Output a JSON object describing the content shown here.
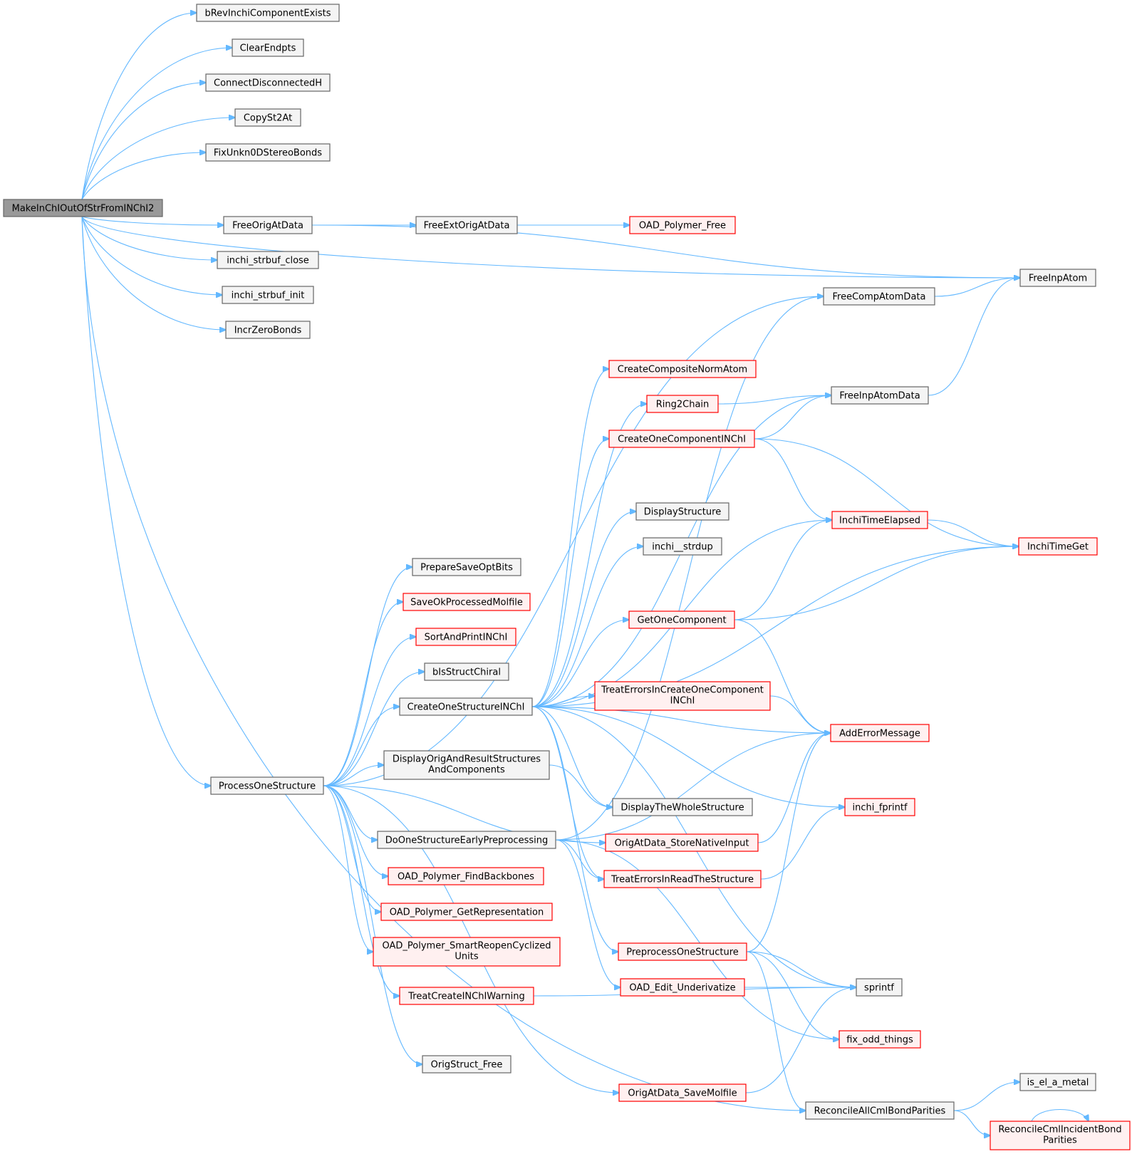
{
  "title": "",
  "colors": {
    "edge": "#63b8ff",
    "node_border": "#666666",
    "node_fill": "#f4f4f4",
    "truncated_border": "#ff0000",
    "truncated_fill": "#fff0f0",
    "root_fill": "#999999"
  },
  "nodes": {
    "root": {
      "label": "MakeInChIOutOfStrFromINChI2",
      "kind": "root"
    },
    "bRev": {
      "label": "bRevInchiComponentExists",
      "kind": "normal"
    },
    "ClearEndpts": {
      "label": "ClearEndpts",
      "kind": "normal"
    },
    "ConnectDis": {
      "label": "ConnectDisconnectedH",
      "kind": "normal"
    },
    "CopySt2At": {
      "label": "CopySt2At",
      "kind": "normal"
    },
    "FixUnkn": {
      "label": "FixUnkn0DStereoBonds",
      "kind": "normal"
    },
    "FreeOrigAtData": {
      "label": "FreeOrigAtData",
      "kind": "normal"
    },
    "strbufClose": {
      "label": "inchi_strbuf_close",
      "kind": "normal"
    },
    "strbufInit": {
      "label": "inchi_strbuf_init",
      "kind": "normal"
    },
    "IncrZero": {
      "label": "IncrZeroBonds",
      "kind": "normal"
    },
    "ProcessOne": {
      "label": "ProcessOneStructure",
      "kind": "normal"
    },
    "FreeExtOrig": {
      "label": "FreeExtOrigAtData",
      "kind": "normal"
    },
    "OADFree": {
      "label": "OAD_Polymer_Free",
      "kind": "truncated"
    },
    "FreeInpAtom": {
      "label": "FreeInpAtom",
      "kind": "normal"
    },
    "FreeCompAtom": {
      "label": "FreeCompAtomData",
      "kind": "normal"
    },
    "CreateComposite": {
      "label": "CreateCompositeNormAtom",
      "kind": "truncated"
    },
    "Ring2Chain": {
      "label": "Ring2Chain",
      "kind": "truncated"
    },
    "FreeInpAtomData": {
      "label": "FreeInpAtomData",
      "kind": "normal"
    },
    "CreateOneComp": {
      "label": "CreateOneComponentINChI",
      "kind": "truncated"
    },
    "DisplayStructure": {
      "label": "DisplayStructure",
      "kind": "normal"
    },
    "TimeElapsed": {
      "label": "InchiTimeElapsed",
      "kind": "truncated"
    },
    "strdup": {
      "label": "inchi__strdup",
      "kind": "normal"
    },
    "TimeGet": {
      "label": "InchiTimeGet",
      "kind": "truncated"
    },
    "PrepareSave": {
      "label": "PrepareSaveOptBits",
      "kind": "normal"
    },
    "SaveOk": {
      "label": "SaveOkProcessedMolfile",
      "kind": "truncated"
    },
    "SortAndPrint": {
      "label": "SortAndPrintINChI",
      "kind": "truncated"
    },
    "GetOneComp": {
      "label": "GetOneComponent",
      "kind": "truncated"
    },
    "bIsStructChiral": {
      "label": "bIsStructChiral",
      "kind": "normal"
    },
    "TreatErrCreate": {
      "label": "TreatErrorsInCreateOneComponent\nINChI",
      "kind": "truncated"
    },
    "CreateOneStruct": {
      "label": "CreateOneStructureINChI",
      "kind": "normal"
    },
    "AddError": {
      "label": "AddErrorMessage",
      "kind": "truncated"
    },
    "DisplayOrig": {
      "label": "DisplayOrigAndResultStructures\nAndComponents",
      "kind": "normal"
    },
    "fprintf": {
      "label": "inchi_fprintf",
      "kind": "truncated"
    },
    "DisplayWhole": {
      "label": "DisplayTheWholeStructure",
      "kind": "normal"
    },
    "DoOneEarly": {
      "label": "DoOneStructureEarlyPreprocessing",
      "kind": "normal"
    },
    "StoreNative": {
      "label": "OrigAtData_StoreNativeInput",
      "kind": "truncated"
    },
    "FindBackbones": {
      "label": "OAD_Polymer_FindBackbones",
      "kind": "truncated"
    },
    "TreatErrRead": {
      "label": "TreatErrorsInReadTheStructure",
      "kind": "truncated"
    },
    "GetRepr": {
      "label": "OAD_Polymer_GetRepresentation",
      "kind": "truncated"
    },
    "SmartReopen": {
      "label": "OAD_Polymer_SmartReopenCyclized\nUnits",
      "kind": "truncated"
    },
    "PreprocessOne": {
      "label": "PreprocessOneStructure",
      "kind": "truncated"
    },
    "sprintf": {
      "label": "sprintf",
      "kind": "normal"
    },
    "TreatCreateWarn": {
      "label": "TreatCreateINChIWarning",
      "kind": "truncated"
    },
    "Underivatize": {
      "label": "OAD_Edit_Underivatize",
      "kind": "truncated"
    },
    "fixOdd": {
      "label": "fix_odd_things",
      "kind": "truncated"
    },
    "OrigStructFree": {
      "label": "OrigStruct_Free",
      "kind": "normal"
    },
    "SaveMolfile": {
      "label": "OrigAtData_SaveMolfile",
      "kind": "truncated"
    },
    "isElMetal": {
      "label": "is_el_a_metal",
      "kind": "normal"
    },
    "ReconcileAll": {
      "label": "ReconcileAllCmlBondParities",
      "kind": "normal"
    },
    "ReconcileIncident": {
      "label": "ReconcileCmlIncidentBond\nParities",
      "kind": "truncated"
    }
  },
  "edges": [
    [
      "root",
      "bRev"
    ],
    [
      "root",
      "ClearEndpts"
    ],
    [
      "root",
      "ConnectDis"
    ],
    [
      "root",
      "CopySt2At"
    ],
    [
      "root",
      "FixUnkn"
    ],
    [
      "root",
      "FreeInpAtom"
    ],
    [
      "root",
      "FreeOrigAtData"
    ],
    [
      "root",
      "strbufClose"
    ],
    [
      "root",
      "strbufInit"
    ],
    [
      "root",
      "IncrZero"
    ],
    [
      "root",
      "ProcessOne"
    ],
    [
      "root",
      "ReconcileAll"
    ],
    [
      "FreeOrigAtData",
      "FreeExtOrig"
    ],
    [
      "FreeOrigAtData",
      "FreeInpAtom"
    ],
    [
      "FreeExtOrig",
      "OADFree"
    ],
    [
      "FreeCompAtom",
      "FreeInpAtom"
    ],
    [
      "FreeInpAtomData",
      "FreeInpAtom"
    ],
    [
      "ProcessOne",
      "FreeCompAtom"
    ],
    [
      "ProcessOne",
      "PrepareSave"
    ],
    [
      "ProcessOne",
      "SaveOk"
    ],
    [
      "ProcessOne",
      "SortAndPrint"
    ],
    [
      "ProcessOne",
      "bIsStructChiral"
    ],
    [
      "ProcessOne",
      "CreateOneStruct"
    ],
    [
      "ProcessOne",
      "DisplayOrig"
    ],
    [
      "ProcessOne",
      "StoreNative"
    ],
    [
      "ProcessOne",
      "DoOneEarly"
    ],
    [
      "ProcessOne",
      "FindBackbones"
    ],
    [
      "ProcessOne",
      "GetRepr"
    ],
    [
      "ProcessOne",
      "SmartReopen"
    ],
    [
      "ProcessOne",
      "TreatCreateWarn"
    ],
    [
      "ProcessOne",
      "OrigStructFree"
    ],
    [
      "ProcessOne",
      "SaveMolfile"
    ],
    [
      "CreateOneStruct",
      "CreateComposite"
    ],
    [
      "CreateOneStruct",
      "Ring2Chain"
    ],
    [
      "CreateOneStruct",
      "FreeInpAtomData"
    ],
    [
      "CreateOneStruct",
      "CreateOneComp"
    ],
    [
      "CreateOneStruct",
      "TimeElapsed"
    ],
    [
      "CreateOneStruct",
      "DisplayStructure"
    ],
    [
      "CreateOneStruct",
      "strdup"
    ],
    [
      "CreateOneStruct",
      "TimeGet"
    ],
    [
      "CreateOneStruct",
      "GetOneComp"
    ],
    [
      "CreateOneStruct",
      "TreatErrCreate"
    ],
    [
      "CreateOneStruct",
      "AddError"
    ],
    [
      "CreateOneStruct",
      "fprintf"
    ],
    [
      "CreateOneStruct",
      "DisplayWhole"
    ],
    [
      "CreateOneStruct",
      "TreatErrRead"
    ],
    [
      "CreateOneStruct",
      "PreprocessOne"
    ],
    [
      "CreateOneStruct",
      "sprintf"
    ],
    [
      "Ring2Chain",
      "FreeInpAtomData"
    ],
    [
      "CreateOneComp",
      "FreeInpAtomData"
    ],
    [
      "CreateOneComp",
      "TimeElapsed"
    ],
    [
      "CreateOneComp",
      "TimeGet"
    ],
    [
      "TimeElapsed",
      "TimeGet"
    ],
    [
      "GetOneComp",
      "TimeElapsed"
    ],
    [
      "GetOneComp",
      "TimeGet"
    ],
    [
      "GetOneComp",
      "AddError"
    ],
    [
      "TreatErrCreate",
      "AddError"
    ],
    [
      "DisplayOrig",
      "DisplayWhole"
    ],
    [
      "DoOneEarly",
      "FreeCompAtom"
    ],
    [
      "DoOneEarly",
      "TreatErrRead"
    ],
    [
      "DoOneEarly",
      "AddError"
    ],
    [
      "DoOneEarly",
      "Underivatize"
    ],
    [
      "DoOneEarly",
      "fixOdd"
    ],
    [
      "StoreNative",
      "AddError"
    ],
    [
      "TreatErrRead",
      "fprintf"
    ],
    [
      "PreprocessOne",
      "AddError"
    ],
    [
      "PreprocessOne",
      "sprintf"
    ],
    [
      "PreprocessOne",
      "fixOdd"
    ],
    [
      "PreprocessOne",
      "ReconcileAll"
    ],
    [
      "Underivatize",
      "sprintf"
    ],
    [
      "TreatCreateWarn",
      "sprintf"
    ],
    [
      "SaveMolfile",
      "sprintf"
    ],
    [
      "ReconcileAll",
      "isElMetal"
    ],
    [
      "ReconcileAll",
      "ReconcileIncident"
    ],
    [
      "ReconcileIncident",
      "ReconcileIncident"
    ]
  ]
}
